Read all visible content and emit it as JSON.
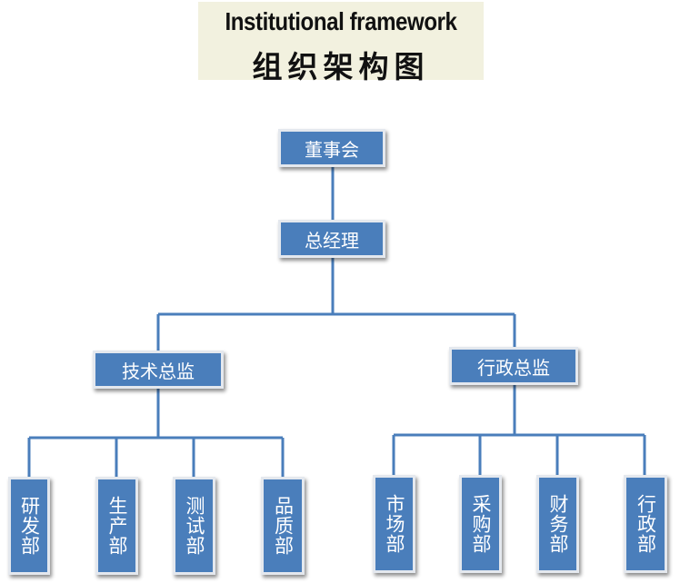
{
  "title": {
    "english": "Institutional framework",
    "chinese": "组织架构图"
  },
  "nodes": {
    "board": "董事会",
    "general_manager": "总经理",
    "technical_director": "技术总监",
    "administrative_director": "行政总监",
    "technical_departments": [
      "研发部",
      "生产部",
      "测试部",
      "品质部"
    ],
    "administrative_departments": [
      "市场部",
      "采购部",
      "财务部",
      "行政部"
    ]
  },
  "colors": {
    "box_fill": "#4a7ebb",
    "box_border": "#e4e8ee",
    "connector": "#4a7ebb",
    "title_background": "#f2f1df"
  }
}
